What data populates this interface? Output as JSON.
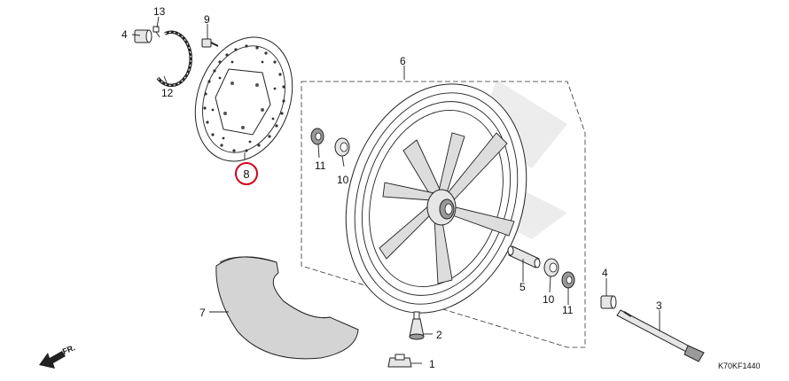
{
  "diagram": {
    "code": "K70KF1440",
    "direction_label": "FR.",
    "highlight_color": "#d0021b",
    "callouts": {
      "c1": "1",
      "c2": "2",
      "c3": "3",
      "c4a": "4",
      "c4b": "4",
      "c5": "5",
      "c6": "6",
      "c7": "7",
      "c8": "8",
      "c9": "9",
      "c10a": "10",
      "c10b": "10",
      "c11a": "11",
      "c11b": "11",
      "c12": "12",
      "c13": "13"
    }
  }
}
